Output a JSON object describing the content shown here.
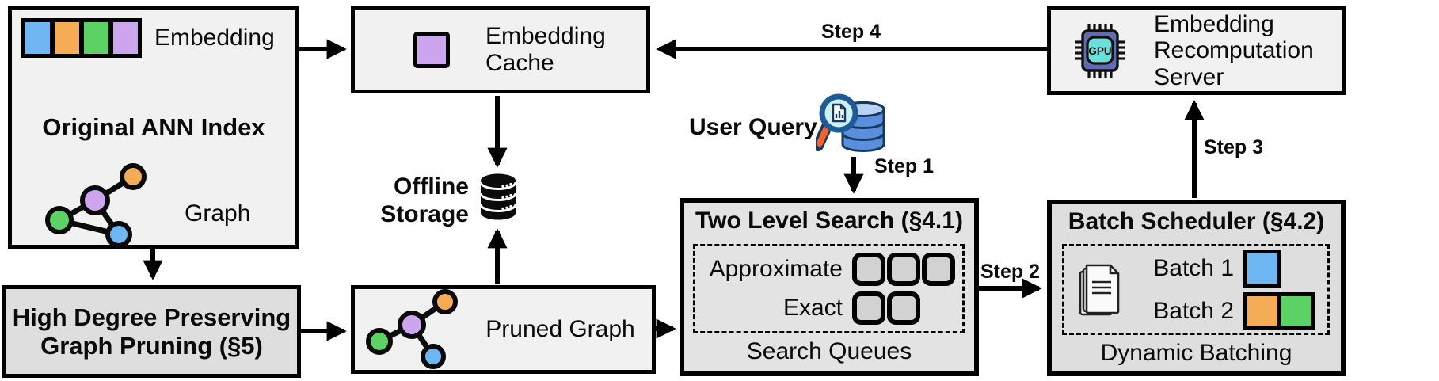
{
  "diagram": {
    "original_ann_index": {
      "embedding_label": "Embedding",
      "title": "Original ANN Index",
      "graph_label": "Graph"
    },
    "high_degree_pruning": {
      "title_line1": "High Degree Preserving",
      "title_line2": "Graph Pruning (§5)"
    },
    "embedding_cache": {
      "label_line1": "Embedding",
      "label_line2": "Cache"
    },
    "offline_storage": {
      "label_line1": "Offline",
      "label_line2": "Storage"
    },
    "pruned_graph": {
      "label": "Pruned Graph"
    },
    "user_query": {
      "label": "User Query"
    },
    "two_level_search": {
      "title": "Two Level Search (§4.1)",
      "approximate_label": "Approximate",
      "exact_label": "Exact",
      "approximate_queue_count": 3,
      "exact_queue_count": 2,
      "footer": "Search Queues"
    },
    "batch_scheduler": {
      "title": "Batch Scheduler (§4.2)",
      "batch1_label": "Batch 1",
      "batch2_label": "Batch 2",
      "footer": "Dynamic Batching"
    },
    "embedding_recomputation_server": {
      "label_line1": "Embedding",
      "label_line2": "Recomputation",
      "label_line3": "Server",
      "gpu_chip_label": "GPU"
    },
    "steps": {
      "step1": "Step 1",
      "step2": "Step 2",
      "step3": "Step 3",
      "step4": "Step 4"
    },
    "colors": {
      "embedding_blue": "#6FB7F2",
      "embedding_orange": "#F6AC55",
      "embedding_green": "#5DD264",
      "embedding_purple": "#CDA4EE",
      "box_fill_light": "#F1F1F1",
      "box_fill_dark": "#DEDEDE",
      "queue_slot_fill": "#D2D2D2",
      "chip_body": "#5F6CB5",
      "chip_inner": "#6BE0DB",
      "query_handle_orange": "#F2622E",
      "query_db_blue": "#5B8FDD",
      "outline": "#000000"
    }
  }
}
